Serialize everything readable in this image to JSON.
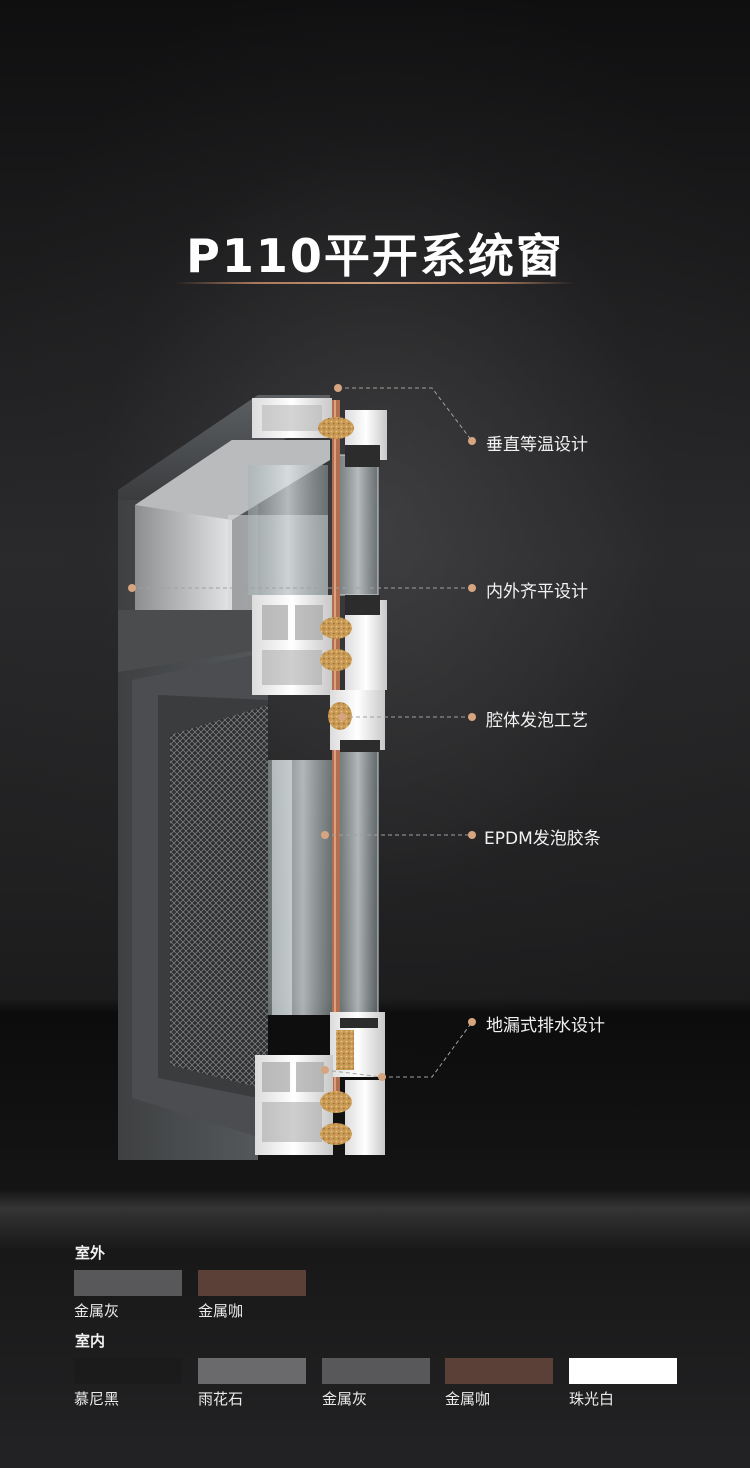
{
  "title": "P110平开系统窗",
  "callouts": [
    {
      "id": "vertical-isotherm",
      "text": "垂直等温设计"
    },
    {
      "id": "flush-design",
      "text": "内外齐平设计"
    },
    {
      "id": "cavity-foam",
      "text": "腔体发泡工艺"
    },
    {
      "id": "epdm-strip",
      "text": "EPDM发泡胶条"
    },
    {
      "id": "floor-drain",
      "text": "地漏式排水设计"
    }
  ],
  "colors": {
    "exterior_title": "室外",
    "exterior": [
      {
        "name": "金属灰",
        "hex": "#58585a"
      },
      {
        "name": "金属咖",
        "hex": "#5a4036"
      }
    ],
    "interior_title": "室内",
    "interior": [
      {
        "name": "慕尼黑",
        "hex": "#1b1b1c"
      },
      {
        "name": "雨花石",
        "hex": "#6a6a6c"
      },
      {
        "name": "金属灰",
        "hex": "#58585a"
      },
      {
        "name": "金属咖",
        "hex": "#5a4036"
      },
      {
        "name": "珠光白",
        "hex": "#ffffff"
      }
    ]
  },
  "accent": "#c89a7a"
}
